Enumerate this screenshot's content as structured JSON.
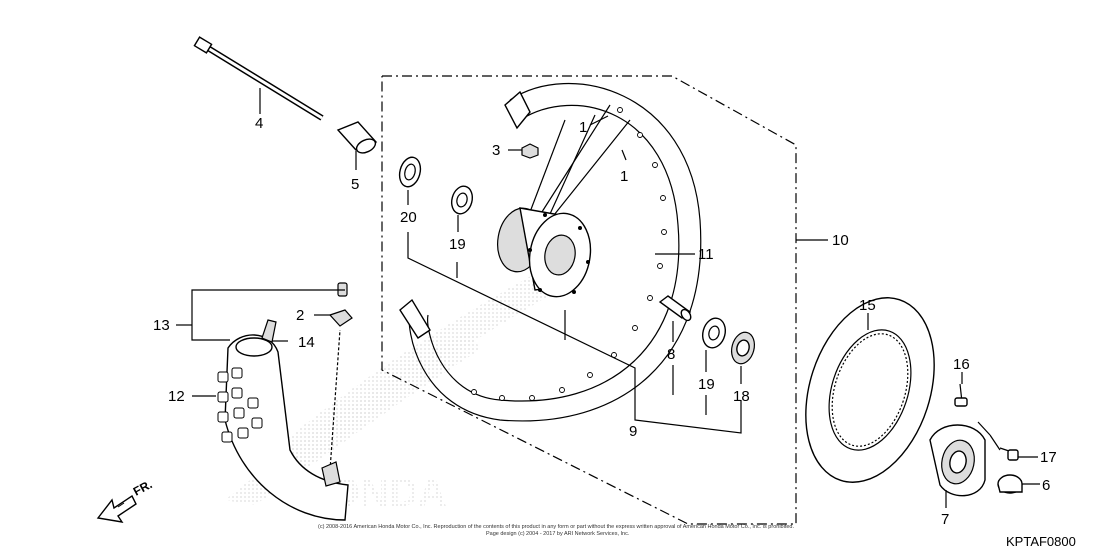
{
  "callouts": [
    {
      "id": "c1a",
      "text": "1"
    },
    {
      "id": "c1b",
      "text": "1"
    },
    {
      "id": "c2",
      "text": "2"
    },
    {
      "id": "c3",
      "text": "3"
    },
    {
      "id": "c4",
      "text": "4"
    },
    {
      "id": "c5",
      "text": "5"
    },
    {
      "id": "c6",
      "text": "6"
    },
    {
      "id": "c7",
      "text": "7"
    },
    {
      "id": "c8",
      "text": "8"
    },
    {
      "id": "c9",
      "text": "9"
    },
    {
      "id": "c10",
      "text": "10"
    },
    {
      "id": "c11",
      "text": "11"
    },
    {
      "id": "c12",
      "text": "12"
    },
    {
      "id": "c13",
      "text": "13"
    },
    {
      "id": "c14",
      "text": "14"
    },
    {
      "id": "c15",
      "text": "15"
    },
    {
      "id": "c16",
      "text": "16"
    },
    {
      "id": "c17",
      "text": "17"
    },
    {
      "id": "c18",
      "text": "18"
    },
    {
      "id": "c19a",
      "text": "19"
    },
    {
      "id": "c19b",
      "text": "19"
    },
    {
      "id": "c20",
      "text": "20"
    }
  ],
  "direction_label": "FR.",
  "diagram_code": "KPTAF0800",
  "copyright_line1": "(c) 2008-2016 American Honda Motor Co., Inc. Reproduction of the contents of this product in any form or part without the express written approval of American Honda Motor Co., Inc. is prohibited.",
  "copyright_line2": "Page design (c) 2004 - 2017 by ARI Network Services, Inc.",
  "watermark_text": "HONDA"
}
